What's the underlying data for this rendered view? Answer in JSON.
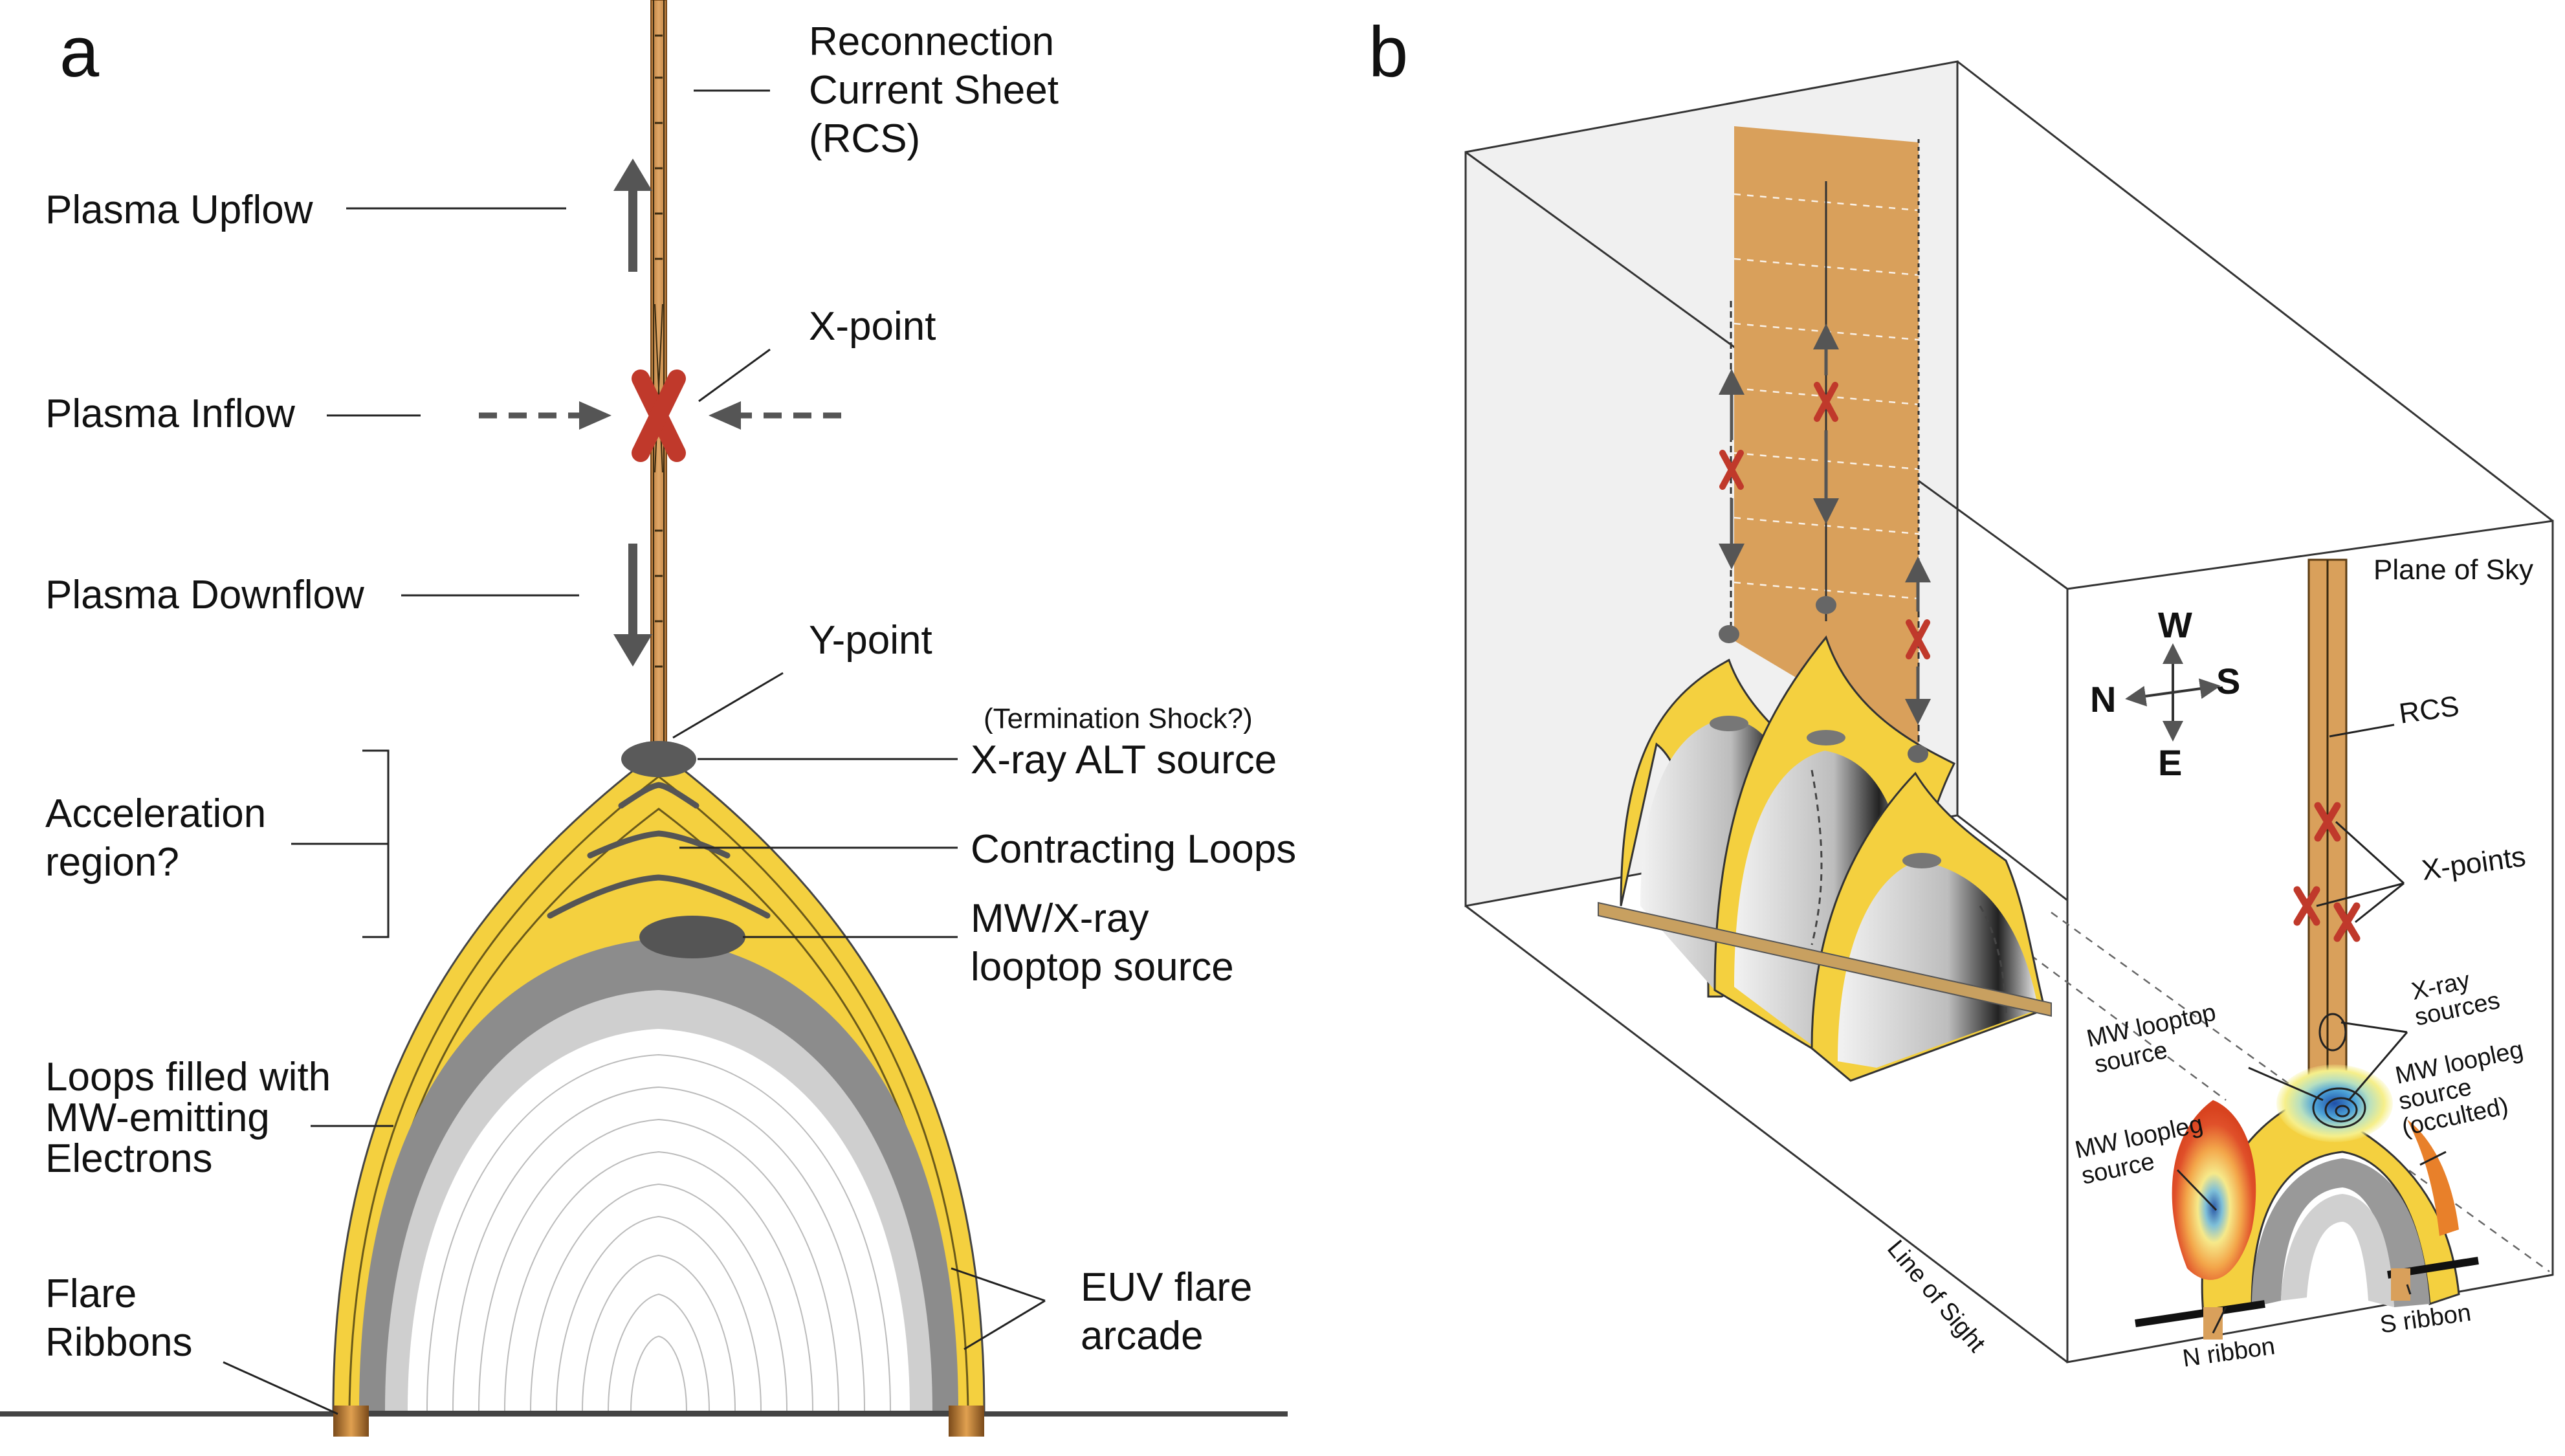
{
  "panel_a": {
    "label": "a",
    "rcs_line1": "Reconnection",
    "rcs_line2": "Current Sheet",
    "rcs_line3": "(RCS)",
    "upflow": "Plasma Upflow",
    "xpoint": "X-point",
    "inflow": "Plasma Inflow",
    "downflow": "Plasma Downflow",
    "ypoint": "Y-point",
    "termination": "(Termination Shock?)",
    "alt_source": "X-ray ALT source",
    "accel_line1": "Acceleration",
    "accel_line2": "region?",
    "contracting": "Contracting Loops",
    "looptop_line1": "MW/X-ray",
    "looptop_line2": "looptop source",
    "loops_line1": "Loops filled with",
    "loops_line2": "MW-emitting",
    "loops_line3": "Electrons",
    "ribbons_line1": "Flare",
    "ribbons_line2": "Ribbons",
    "euv_line1": "EUV flare",
    "euv_line2": "arcade"
  },
  "panel_b": {
    "label": "b",
    "plane_of_sky": "Plane of Sky",
    "compass_w": "W",
    "compass_n": "N",
    "compass_s": "S",
    "compass_e": "E",
    "rcs": "RCS",
    "xpoints": "X-points",
    "xray_line1": "X-ray",
    "xray_line2": "sources",
    "mw_looptop_line1": "MW looptop",
    "mw_looptop_line2": "source",
    "mw_loopleg_occ_line1": "MW loopleg",
    "mw_loopleg_occ_line2": "source",
    "mw_loopleg_occ_line3": "(occulted)",
    "mw_loopleg_line1": "MW loopleg",
    "mw_loopleg_line2": "source",
    "n_ribbon": "N ribbon",
    "s_ribbon": "S ribbon",
    "line_of_sight": "Line of Sight"
  },
  "colors": {
    "current_sheet": "#d9a05b",
    "loop_yellow": "#f4d03f",
    "loop_gray": "#8c8c8c",
    "xpoint_red": "#c0392b",
    "arrow_gray": "#5a5a5a"
  }
}
